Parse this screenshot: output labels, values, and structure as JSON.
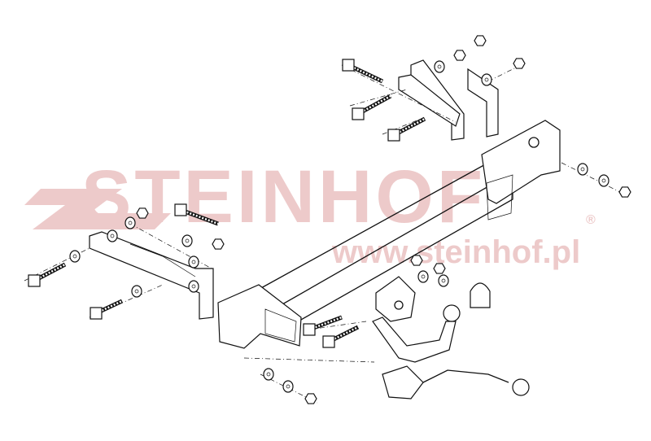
{
  "watermark": {
    "brand": "STEINHOF",
    "registered": "®",
    "url": "www.steinhof.pl",
    "color": "#edcaca"
  },
  "diagram": {
    "type": "exploded-assembly",
    "line_color": "#111111",
    "parts": [
      "crossbar",
      "left-bracket",
      "right-bracket",
      "side-plate-left",
      "side-plate-right",
      "tow-ball-neck",
      "socket-plate",
      "electrical-socket",
      "ball-cap",
      "bolts",
      "nuts",
      "washers"
    ]
  }
}
